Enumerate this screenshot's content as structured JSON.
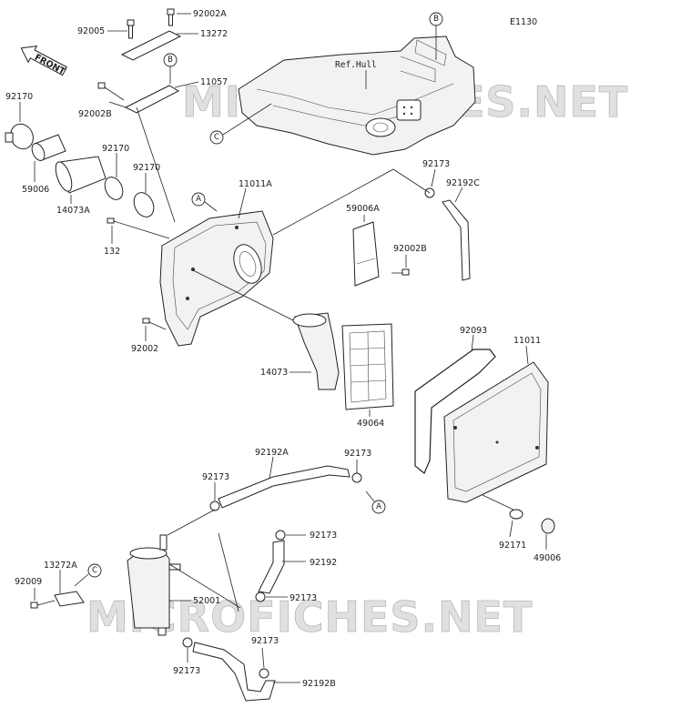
{
  "diagram": {
    "code": "E1130",
    "ref_hull": "Ref.Hull",
    "front_label": "FRONT",
    "watermark": "MICROFICHES.NET",
    "circle_refs": {
      "A": "A",
      "B": "B",
      "C": "C"
    },
    "labels": {
      "p92005": "92005",
      "p92002A": "92002A",
      "p13272": "13272",
      "p11057": "11057",
      "p92002B_top": "92002B",
      "p92170_a": "92170",
      "p92170_b": "92170",
      "p92170_c": "92170",
      "p59006": "59006",
      "p14073A": "14073A",
      "p132": "132",
      "p11011A": "11011A",
      "p92002": "92002",
      "p59006A": "59006A",
      "p92002B_mid": "92002B",
      "p92173_top": "92173",
      "p92192C": "92192C",
      "p14073": "14073",
      "p49064": "49064",
      "p92093": "92093",
      "p11011": "11011",
      "p92192A": "92192A",
      "p92173_a": "92173",
      "p92173_b": "92173",
      "p92173_c": "92173",
      "p92192": "92192",
      "p92173_d": "92173",
      "p13272A": "13272A",
      "p92009": "92009",
      "p52001": "52001",
      "p92173_e": "92173",
      "p92173_f": "92173",
      "p92192B": "92192B",
      "p92171": "92171",
      "p49006": "49006"
    }
  }
}
